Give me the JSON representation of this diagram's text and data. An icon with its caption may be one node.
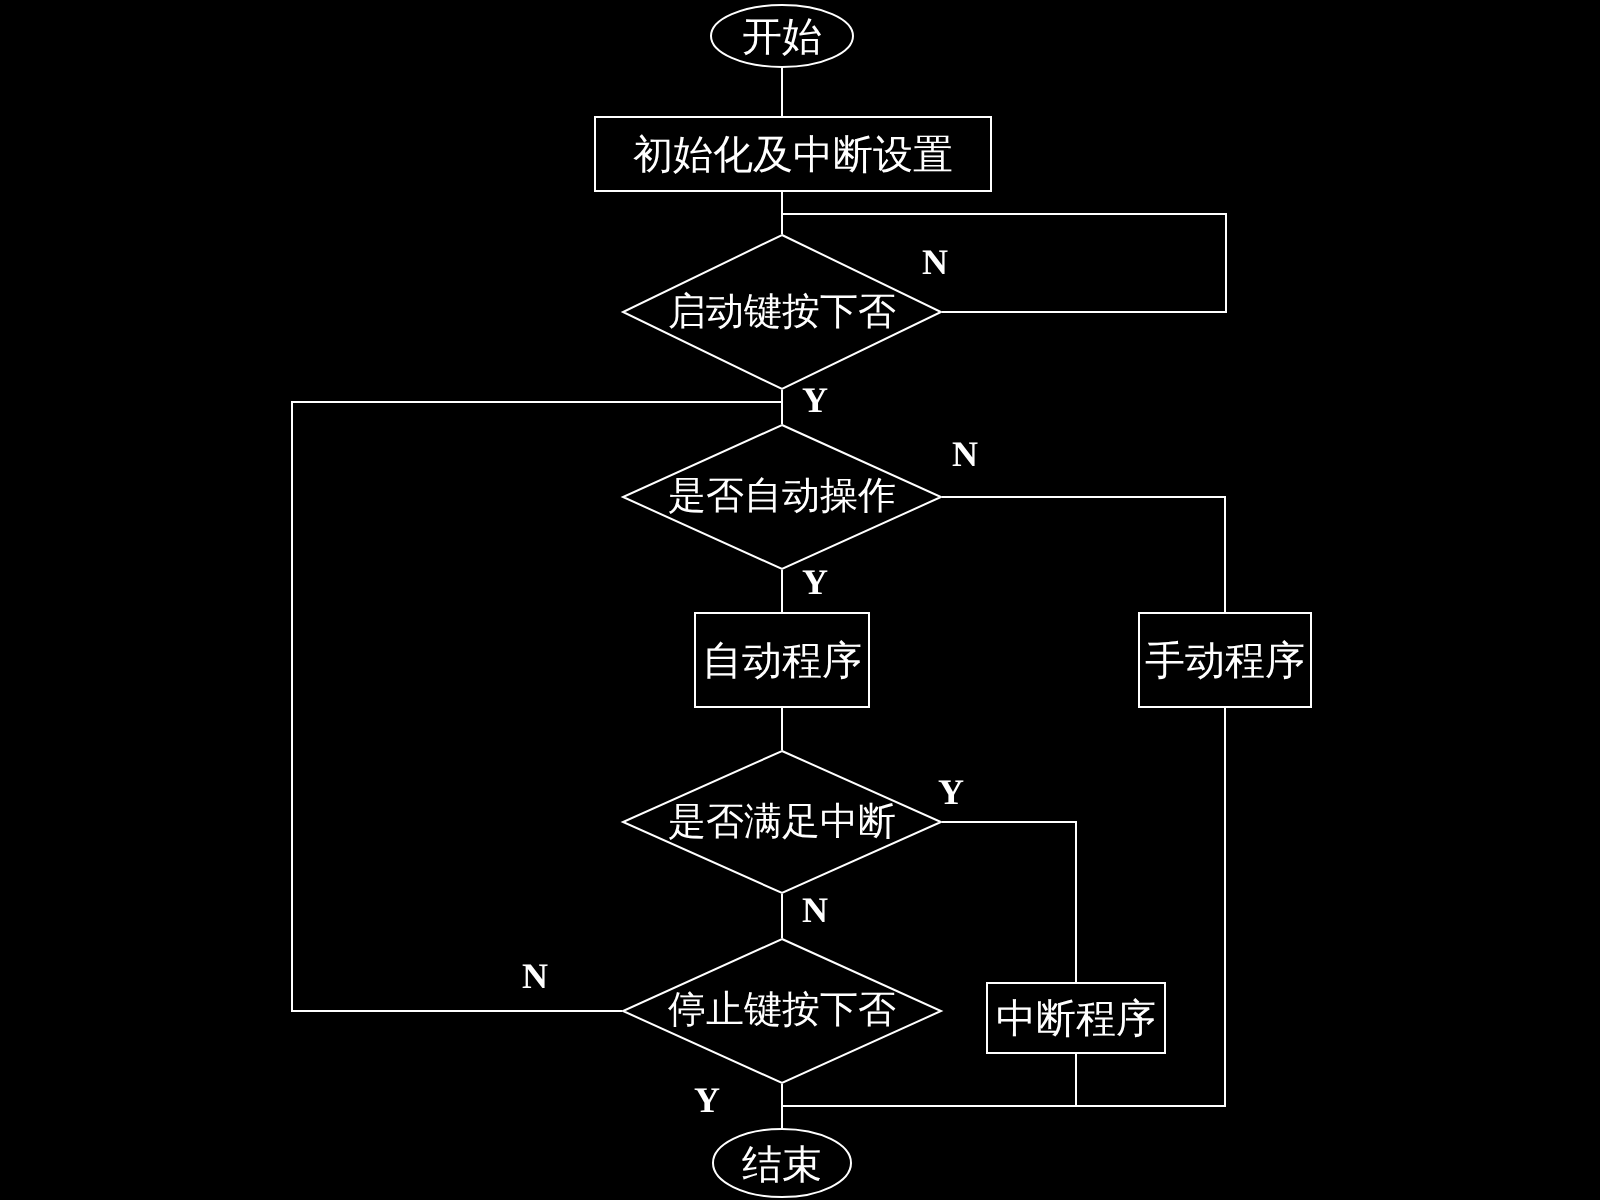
{
  "diagram": {
    "nodes": [
      {
        "text": [
          "开始"
        ]
      },
      {
        "text": [
          "初始化及中断设置"
        ]
      },
      {
        "text": [
          "启动键按下否"
        ]
      },
      {
        "text": [
          "是否自动操作"
        ]
      },
      {
        "text": [
          "自动程序"
        ]
      },
      {
        "text": [
          "手动程序"
        ]
      },
      {
        "text": [
          "是否满足中断"
        ]
      },
      {
        "text": [
          "停止键按下否"
        ]
      },
      {
        "text": [
          "中断程序"
        ]
      },
      {
        "text": [
          "结束"
        ]
      }
    ],
    "edges": [
      {
        "from": 0,
        "to": 1,
        "arrow": "none"
      },
      {
        "from": 1,
        "to": 2,
        "arrow": "none"
      },
      {
        "from": 2,
        "to": 2,
        "arrow": "none",
        "label": "N"
      },
      {
        "from": 2,
        "to": 3,
        "arrow": "none",
        "label": "Y"
      },
      {
        "from": 3,
        "to": 4,
        "arrow": "none",
        "label": "Y"
      },
      {
        "from": 3,
        "to": 5,
        "arrow": "none",
        "label": "N"
      },
      {
        "from": 4,
        "to": 6,
        "arrow": "none"
      },
      {
        "from": 6,
        "to": 7,
        "arrow": "none",
        "label": "N"
      },
      {
        "from": 6,
        "to": 8,
        "arrow": "none",
        "label": "Y"
      },
      {
        "from": 7,
        "to": 9,
        "arrow": "none",
        "label": "Y"
      },
      {
        "from": 7,
        "to": 3,
        "arrow": "none",
        "label": "N"
      },
      {
        "from": 8,
        "to": 9,
        "arrow": "none"
      },
      {
        "from": 5,
        "to": 9,
        "arrow": "none"
      }
    ]
  }
}
